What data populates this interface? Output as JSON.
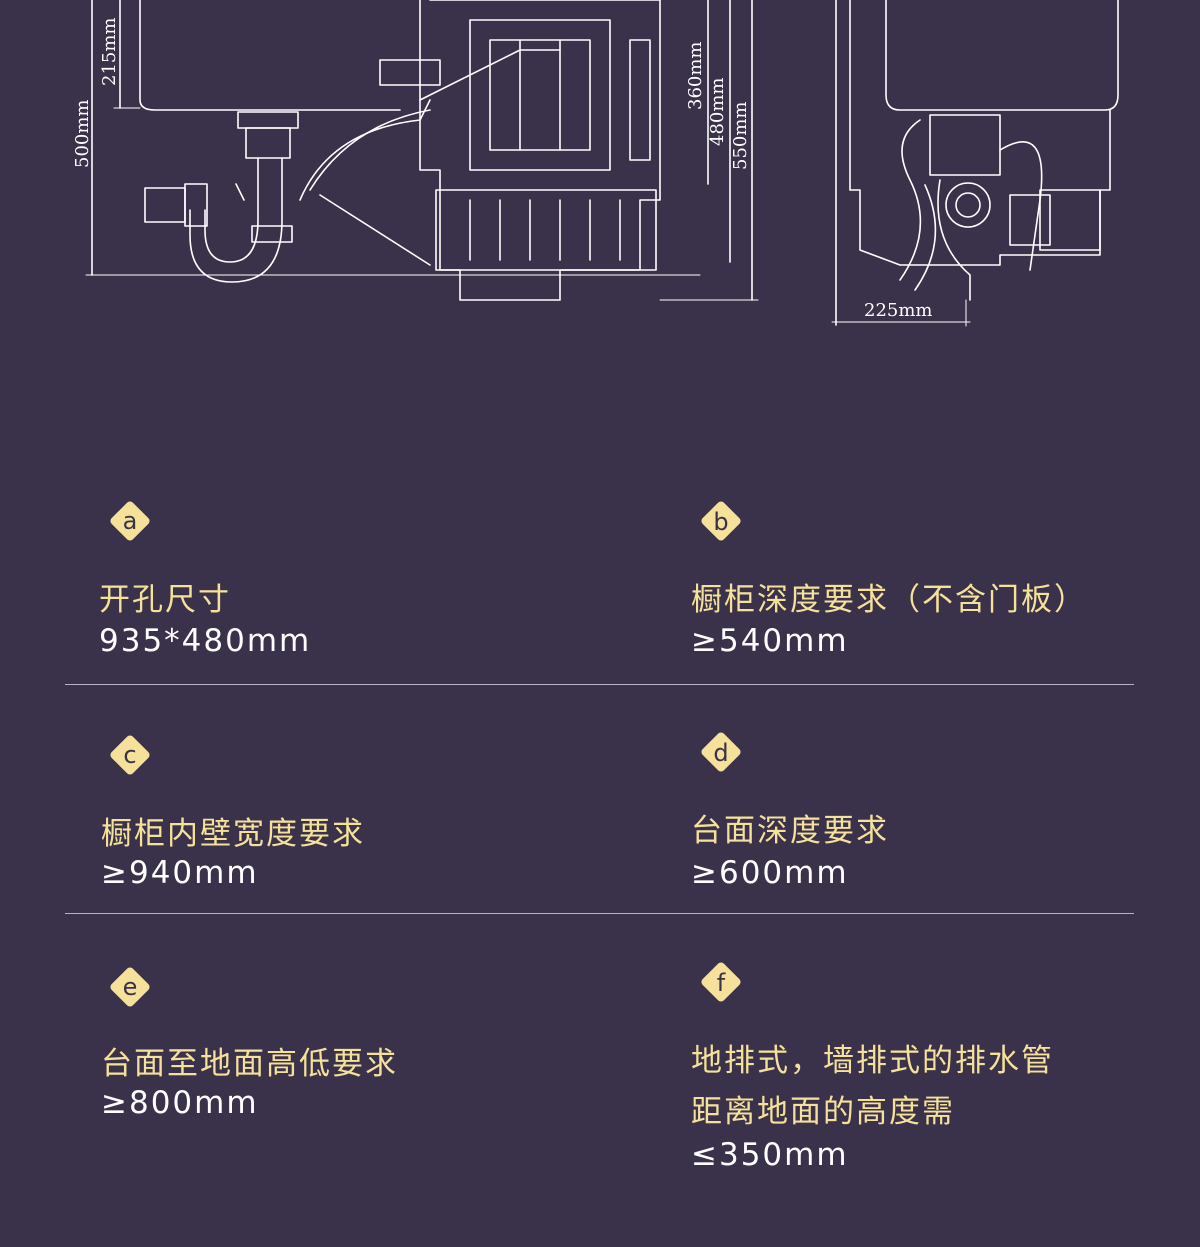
{
  "diagram": {
    "dimensions": {
      "height_500": "500mm",
      "height_215": "215mm",
      "height_360": "360mm",
      "height_480": "480mm",
      "height_550": "550mm",
      "width_225": "225mm"
    }
  },
  "specs": [
    {
      "badge": "a",
      "title": "开孔尺寸",
      "value": "935*480mm"
    },
    {
      "badge": "b",
      "title": "橱柜深度要求（不含门板）",
      "value": "≥540mm"
    },
    {
      "badge": "c",
      "title": "橱柜内壁宽度要求",
      "value": "≥940mm"
    },
    {
      "badge": "d",
      "title": "台面深度要求",
      "value": "≥600mm"
    },
    {
      "badge": "e",
      "title": "台面至地面高低要求",
      "value": "≥800mm"
    },
    {
      "badge": "f",
      "title_line1": "地排式，墙排式的排水管",
      "title_line2": "距离地面的高度需",
      "value": "≤350mm"
    }
  ],
  "colors": {
    "background": "#3a314a",
    "accent": "#f5e19a",
    "text": "#ffffff"
  }
}
